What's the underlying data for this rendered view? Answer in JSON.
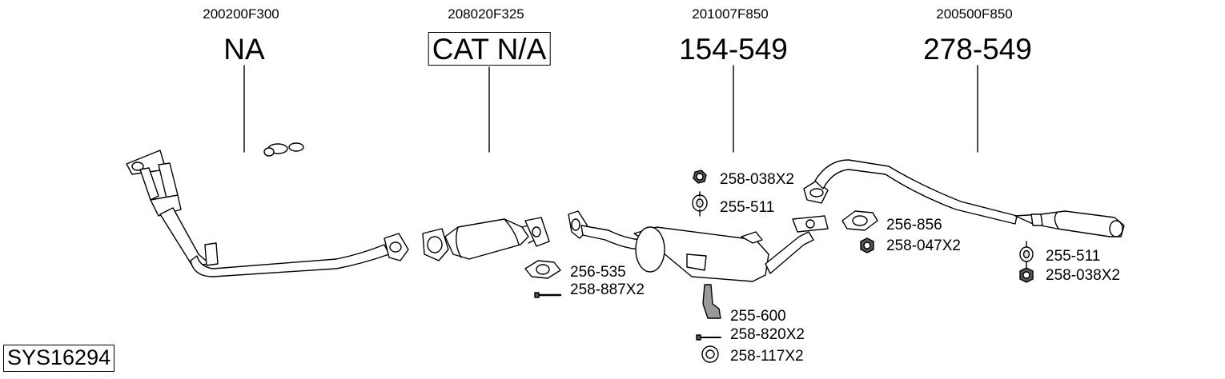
{
  "system_code": "SYS16294",
  "sections": [
    {
      "ref": "200200F300",
      "part": "NA",
      "boxed": false
    },
    {
      "ref": "208020F325",
      "part": "CAT N/A",
      "boxed": true
    },
    {
      "ref": "201007F850",
      "part": "154-549",
      "boxed": false
    },
    {
      "ref": "200500F850",
      "part": "278-549",
      "boxed": false
    }
  ],
  "parts": {
    "cat_gasket": "256-535",
    "cat_bolt": "258-887X2",
    "front_nut": "258-038X2",
    "front_rubber": "255-511",
    "bracket": "255-600",
    "bracket_bolt": "258-820X2",
    "bracket_ring": "258-117X2",
    "rear_gasket": "256-856",
    "rear_nut_flange": "258-047X2",
    "rear_rubber": "255-511",
    "rear_nut": "258-038X2"
  },
  "icons": {
    "nut": "nut-icon",
    "rubber": "rubber-hanger-icon",
    "gasket": "gasket-icon",
    "bolt": "bolt-icon",
    "ring": "ring-icon",
    "bracket": "bracket-icon"
  }
}
